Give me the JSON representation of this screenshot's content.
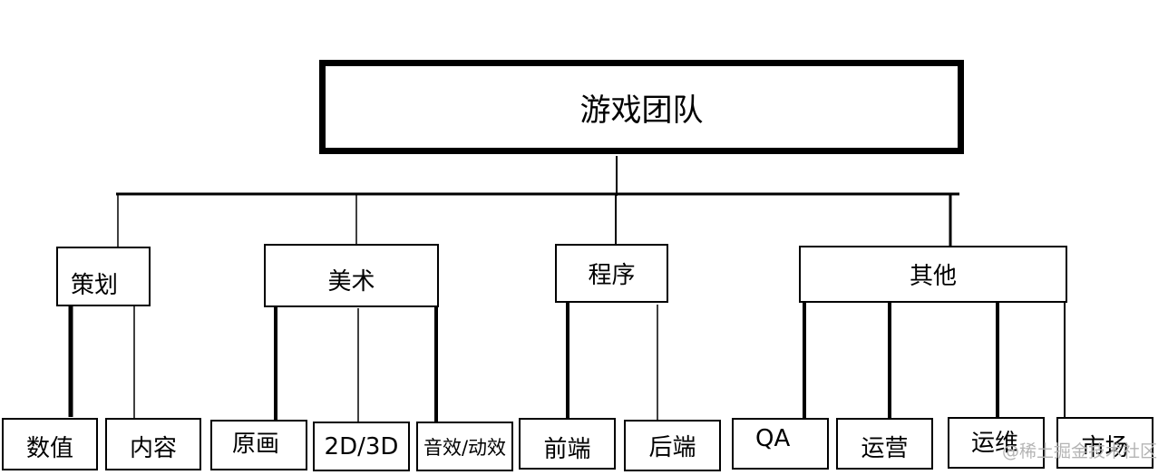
{
  "root": {
    "label": "游戏团队"
  },
  "categories": [
    {
      "label": "策划",
      "children": [
        "数值",
        "内容"
      ]
    },
    {
      "label": "美术",
      "children": [
        "原画",
        "2D/3D",
        "音效/动效"
      ]
    },
    {
      "label": "程序",
      "children": [
        "前端",
        "后端"
      ]
    },
    {
      "label": "其他",
      "children": [
        "QA",
        "运营",
        "运维",
        "市场"
      ]
    }
  ],
  "watermark": "@稀土掘金技术社区"
}
